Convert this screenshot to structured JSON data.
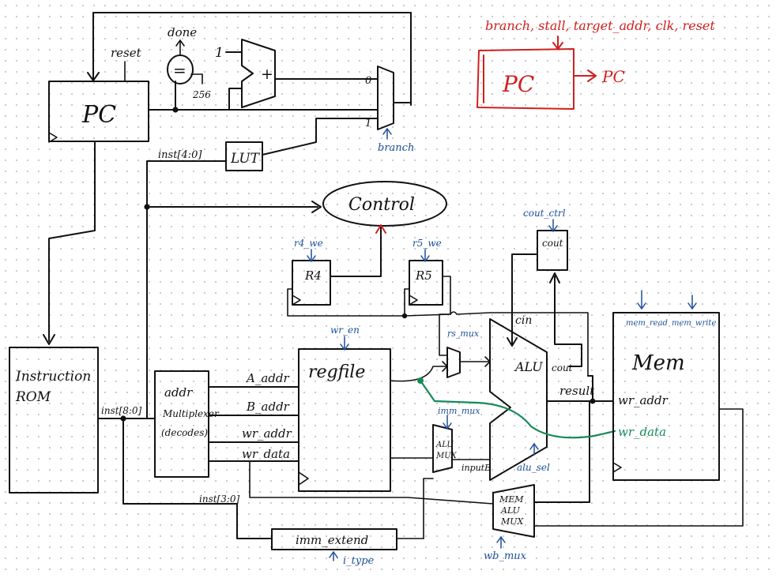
{
  "colors": {
    "ink": "#111111",
    "control_signal": "#1d4f9c",
    "annotation": "#d11f1f",
    "wr_data_path": "#168a58"
  },
  "pc": {
    "title": "PC",
    "reset": "reset",
    "done": "done",
    "const_one": "1",
    "const_256": "256",
    "equals_symbol": "=",
    "plus_symbol": "+"
  },
  "branch_mux": {
    "in0": "0",
    "in1": "1",
    "select": "branch"
  },
  "lut": {
    "title": "LUT",
    "input": "inst[4:0]"
  },
  "control": {
    "title": "Control"
  },
  "r4": {
    "title": "R4",
    "we": "r4_we"
  },
  "r5": {
    "title": "R5",
    "we": "r5_we"
  },
  "cout_reg": {
    "title": "cout",
    "ctrl": "cout_ctrl"
  },
  "instruction_rom": {
    "line1": "Instruction",
    "line2": "ROM",
    "output": "inst[8:0]"
  },
  "addr_mux": {
    "line1": "addr",
    "line2": "Multiplexer",
    "line3": "(decodes)",
    "outputs": [
      "A_addr",
      "B_addr",
      "wr_addr",
      "wr_data"
    ]
  },
  "regfile": {
    "title": "regfile",
    "we": "wr_en"
  },
  "rs_mux": {
    "title": "rs_mux"
  },
  "alu": {
    "title": "ALU",
    "cin": "cin",
    "cout": "cout",
    "result": "result",
    "input_b": "inputB",
    "select": "alu_sel"
  },
  "alu_mux": {
    "line1": "ALU",
    "line2": "MUX",
    "select": "imm_mux"
  },
  "mem_alu_mux": {
    "line1": "MEM",
    "line2": "ALU",
    "line3": "MUX",
    "select": "wb_mux"
  },
  "imm_extend": {
    "title": "imm_extend",
    "input": "inst[3:0]",
    "select": "i_type"
  },
  "mem": {
    "title": "Mem",
    "read": "mem_read",
    "write": "mem_write",
    "wr_addr": "wr_addr",
    "wr_data": "wr_data"
  },
  "pc_annotation": {
    "inputs": "branch, stall, target_addr, clk, reset",
    "title": "PC",
    "output": "PC"
  }
}
